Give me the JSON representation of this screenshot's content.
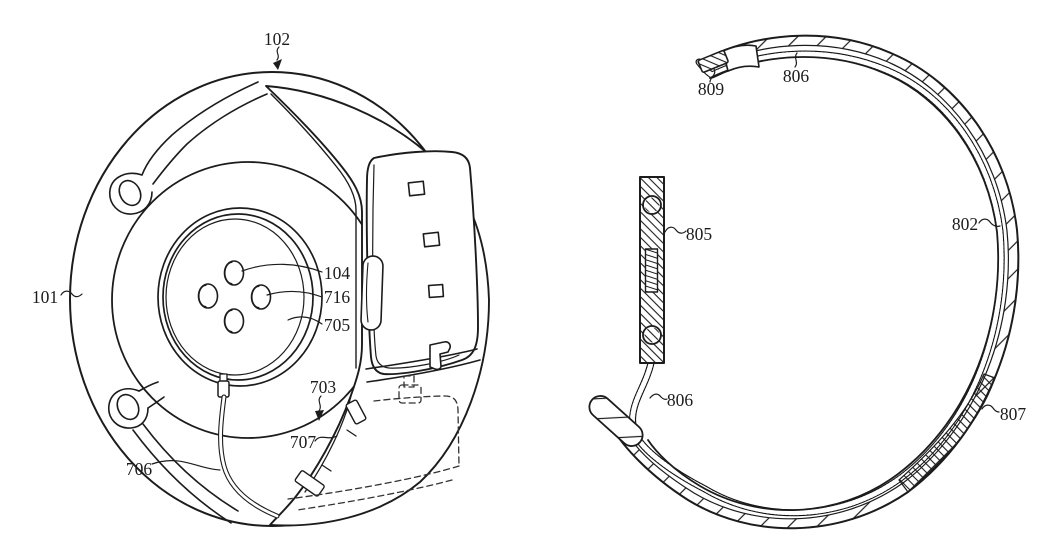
{
  "colors": {
    "ink": "#1c1c1c",
    "background": "#ffffff"
  },
  "left_figure": {
    "description": "watch-back-perspective-view",
    "labels": {
      "n102": "102",
      "n101": "101",
      "n104": "104",
      "n716": "716",
      "n705": "705",
      "n703": "703",
      "n707": "707",
      "n706": "706"
    }
  },
  "right_figure": {
    "description": "band-loop-cross-section-view",
    "labels": {
      "n809": "809",
      "n806_top": "806",
      "n805": "805",
      "n802": "802",
      "n806_bottom": "806",
      "n807": "807"
    }
  }
}
